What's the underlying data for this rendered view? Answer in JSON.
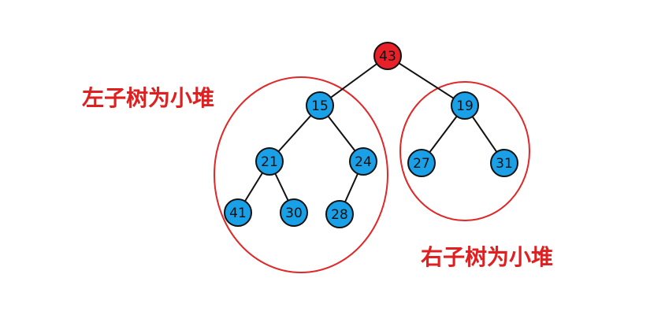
{
  "colors": {
    "root_fill": "#e8202a",
    "node_fill": "#1aa0e6",
    "node_stroke": "#111111",
    "edge": "#111111",
    "highlight": "#e02828",
    "label_text": "#e02020"
  },
  "tree": {
    "nodes": [
      {
        "id": "n43",
        "value": "43",
        "role": "root"
      },
      {
        "id": "n15",
        "value": "15",
        "role": "node"
      },
      {
        "id": "n19",
        "value": "19",
        "role": "node"
      },
      {
        "id": "n21",
        "value": "21",
        "role": "node"
      },
      {
        "id": "n24",
        "value": "24",
        "role": "node"
      },
      {
        "id": "n27",
        "value": "27",
        "role": "node"
      },
      {
        "id": "n31",
        "value": "31",
        "role": "node"
      },
      {
        "id": "n41",
        "value": "41",
        "role": "node"
      },
      {
        "id": "n30",
        "value": "30",
        "role": "node"
      },
      {
        "id": "n28",
        "value": "28",
        "role": "node"
      }
    ],
    "edges": [
      {
        "from": "n43",
        "to": "n15"
      },
      {
        "from": "n43",
        "to": "n19"
      },
      {
        "from": "n15",
        "to": "n21"
      },
      {
        "from": "n15",
        "to": "n24"
      },
      {
        "from": "n19",
        "to": "n27"
      },
      {
        "from": "n19",
        "to": "n31"
      },
      {
        "from": "n21",
        "to": "n41"
      },
      {
        "from": "n21",
        "to": "n30"
      },
      {
        "from": "n24",
        "to": "n28"
      }
    ]
  },
  "annotations": {
    "left_label": "左子树为小堆",
    "right_label": "右子树为小堆"
  }
}
